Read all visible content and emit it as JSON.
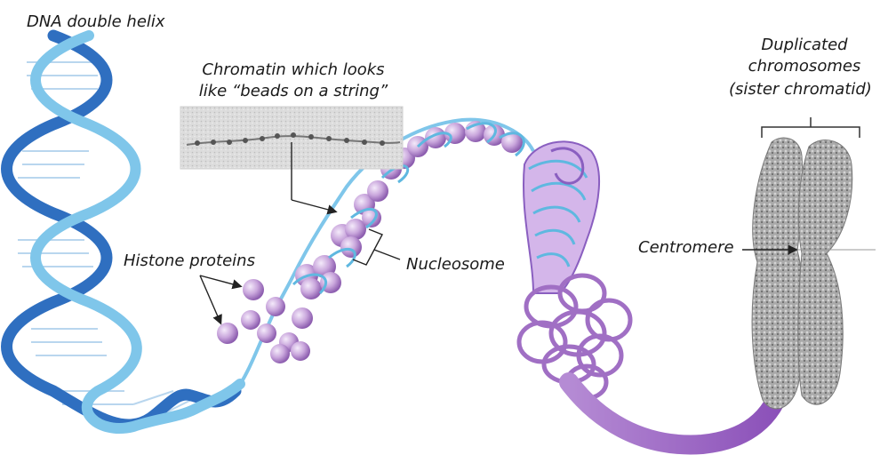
{
  "labels": {
    "dna_helix": "DNA double helix",
    "chromatin_line1": "Chromatin which looks",
    "chromatin_line2": "like “beads on a string”",
    "histone": "Histone proteins",
    "nucleosome": "Nucleosome",
    "duplicated_line1": "Duplicated",
    "duplicated_line2": "chromosomes",
    "duplicated_line3": "(sister chromatid)",
    "centromere": "Centromere"
  },
  "colors": {
    "dna_dark_blue": "#2f6fc0",
    "dna_light_blue": "#7fc6ea",
    "histone_purple": "#c9a6dc",
    "chromatin_purple": "#a06fc4",
    "chromosome_gray": "#9a9a9a",
    "micrograph_bg": "#d8d8d8"
  }
}
